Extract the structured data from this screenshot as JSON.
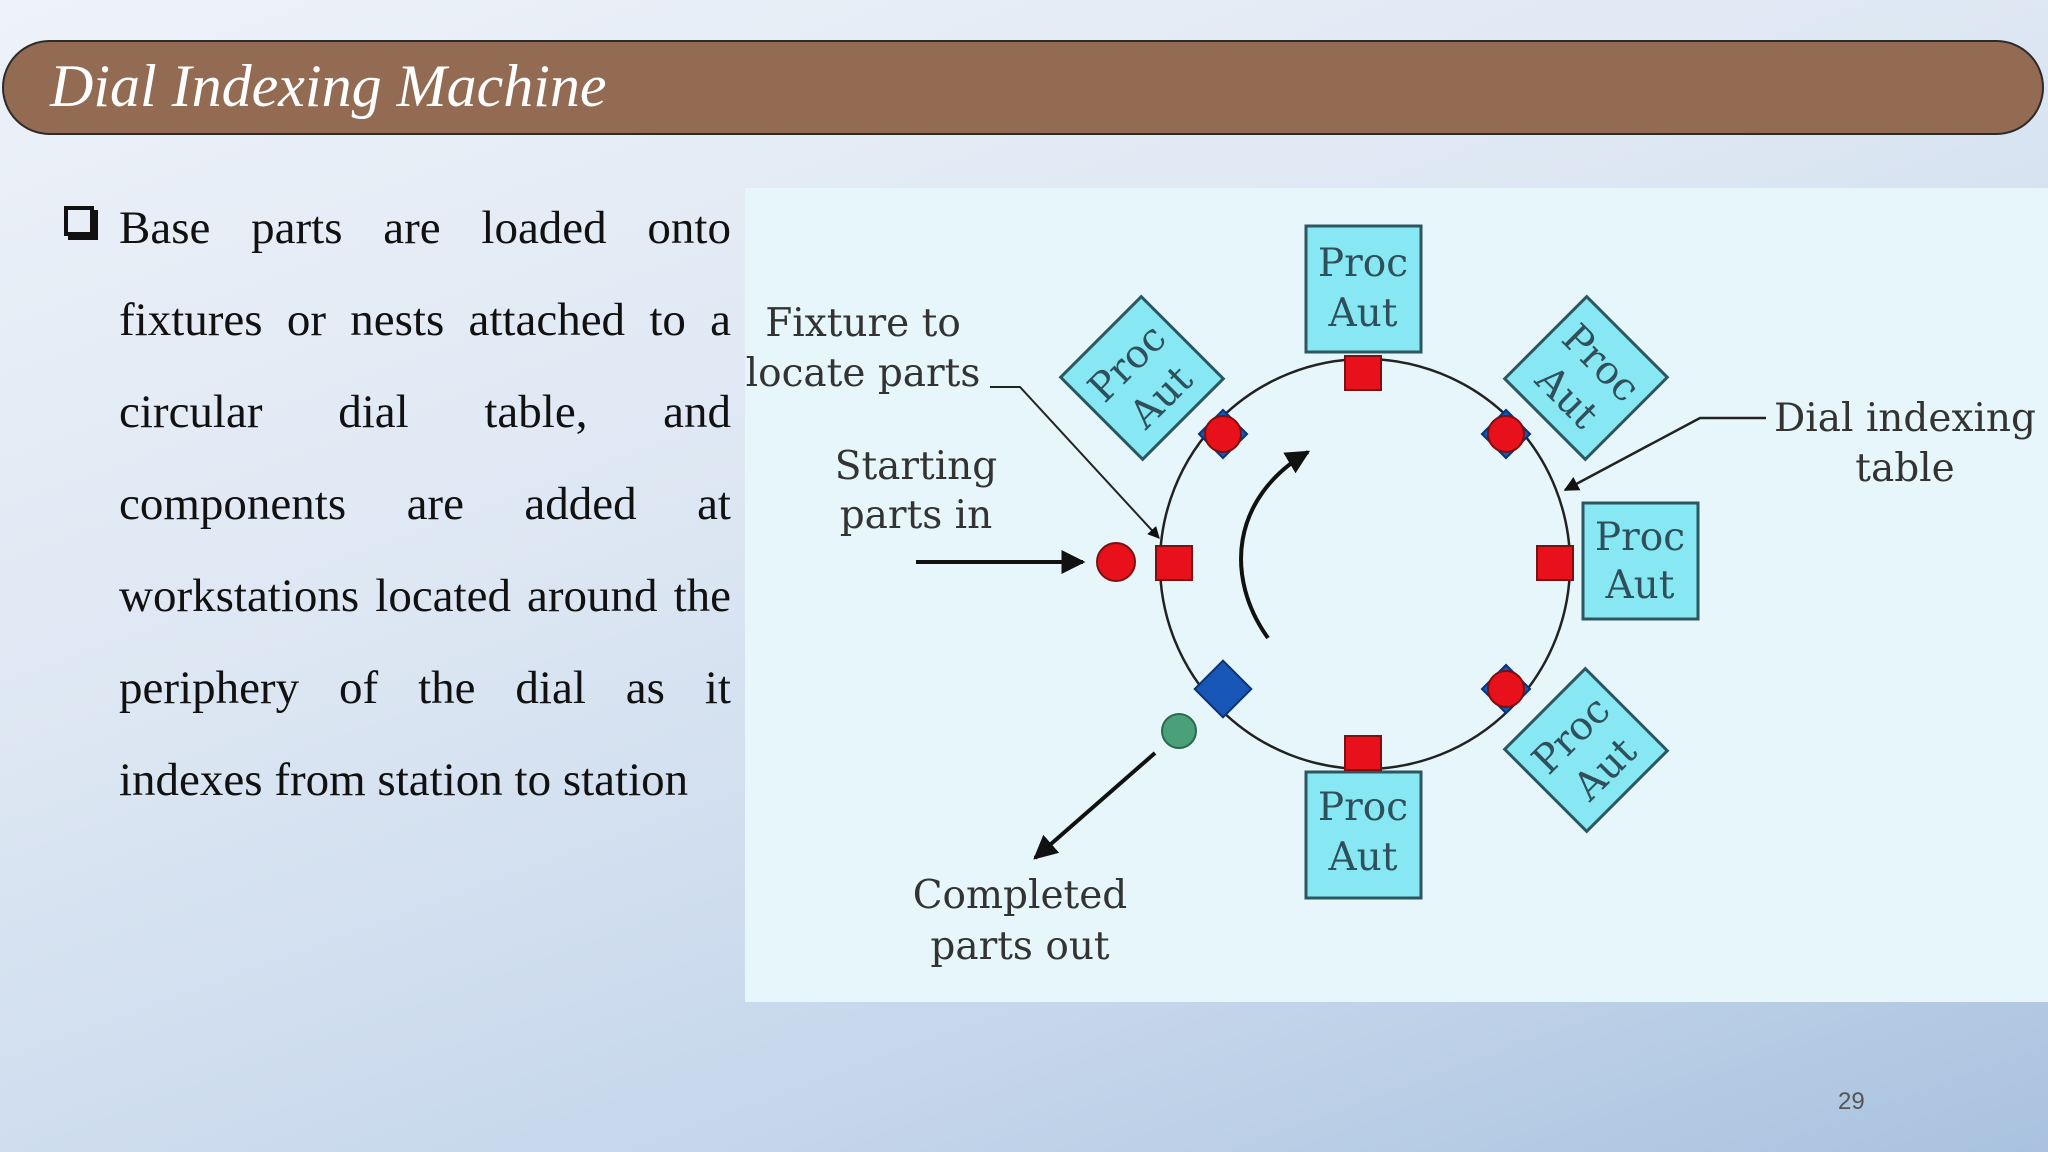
{
  "slide": {
    "title": "Dial Indexing Machine",
    "bullet_text": "Base parts are loaded onto fixtures or nests attached to a circular dial table, and components are added at workstations located around the periphery of the dial as it indexes from station to station",
    "page_number": "29"
  },
  "diagram": {
    "station_line1": "Proc",
    "station_line2": "Aut",
    "fixture_label_line1": "Fixture to",
    "fixture_label_line2": "locate parts",
    "starting_label_line1": "Starting",
    "starting_label_line2": "parts in",
    "dial_label_line1": "Dial indexing",
    "dial_label_line2": "table",
    "completed_label_line1": "Completed",
    "completed_label_line2": "parts out",
    "colors": {
      "station_fill": "#87e8f4",
      "fixture_red": "#e8101a",
      "blue_part": "#1857b8",
      "green_part": "#4aa078",
      "title_bar": "#936b53"
    }
  }
}
